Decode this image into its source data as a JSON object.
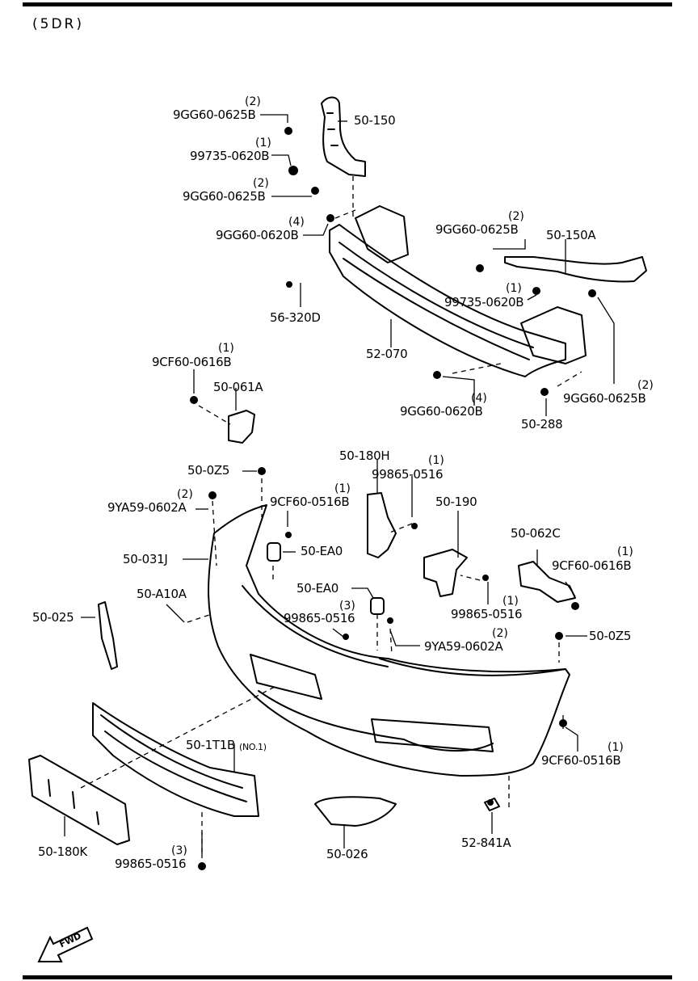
{
  "header": {
    "variant": "(5DR)"
  },
  "parts": {
    "p50_150": "50-150",
    "p9GG60_0625B_a": "9GG60-0625B",
    "q9GG60_0625B_a": "(2)",
    "p99735_0620B_a": "99735-0620B",
    "q99735_0620B_a": "(1)",
    "p9GG60_0625B_b": "9GG60-0625B",
    "q9GG60_0625B_b": "(2)",
    "p9GG60_0620B_a": "9GG60-0620B",
    "q9GG60_0620B_a": "(4)",
    "p56_320D": "56-320D",
    "p52_070": "52-070",
    "p9GG60_0625B_c": "9GG60-0625B",
    "q9GG60_0625B_c": "(2)",
    "p50_150A": "50-150A",
    "p99735_0620B_b": "99735-0620B",
    "q99735_0620B_b": "(1)",
    "p9CF60_0616B_a": "9CF60-0616B",
    "q9CF60_0616B_a": "(1)",
    "p50_061A": "50-061A",
    "p9GG60_0620B_b": "9GG60-0620B",
    "q9GG60_0620B_b": "(4)",
    "p9GG60_0625B_d": "9GG60-0625B",
    "q9GG60_0625B_d": "(2)",
    "p50_288": "50-288",
    "p50_0Z5_a": "50-0Z5",
    "p9YA59_0602A_a": "9YA59-0602A",
    "q9YA59_0602A_a": "(2)",
    "p9CF60_0516B_a": "9CF60-0516B",
    "q9CF60_0516B_a": "(1)",
    "p50_180H": "50-180H",
    "p99865_0516_a": "99865-0516",
    "q99865_0516_a": "(1)",
    "p50_190": "50-190",
    "p50_062C": "50-062C",
    "p9CF60_0616B_b": "9CF60-0616B",
    "q9CF60_0616B_b": "(1)",
    "p50_EA0_a": "50-EA0",
    "p50_031J": "50-031J",
    "p50_EA0_b": "50-EA0",
    "p50_A10A": "50-A10A",
    "p99865_0516_b": "99865-0516",
    "q99865_0516_b": "(3)",
    "p99865_0516_c": "99865-0516",
    "q99865_0516_c": "(1)",
    "p50_025": "50-025",
    "p9YA59_0602A_b": "9YA59-0602A",
    "q9YA59_0602A_b": "(2)",
    "p50_0Z5_b": "50-0Z5",
    "p50_1T1B": "50-1T1B",
    "p50_1T1B_note": "(NO.1)",
    "p9CF60_0516B_b": "9CF60-0516B",
    "q9CF60_0516B_b": "(1)",
    "p50_180K": "50-180K",
    "p99865_0516_d": "99865-0516",
    "q99865_0516_d": "(3)",
    "p50_026": "50-026",
    "p52_841A": "52-841A"
  },
  "fwd": "FWD"
}
